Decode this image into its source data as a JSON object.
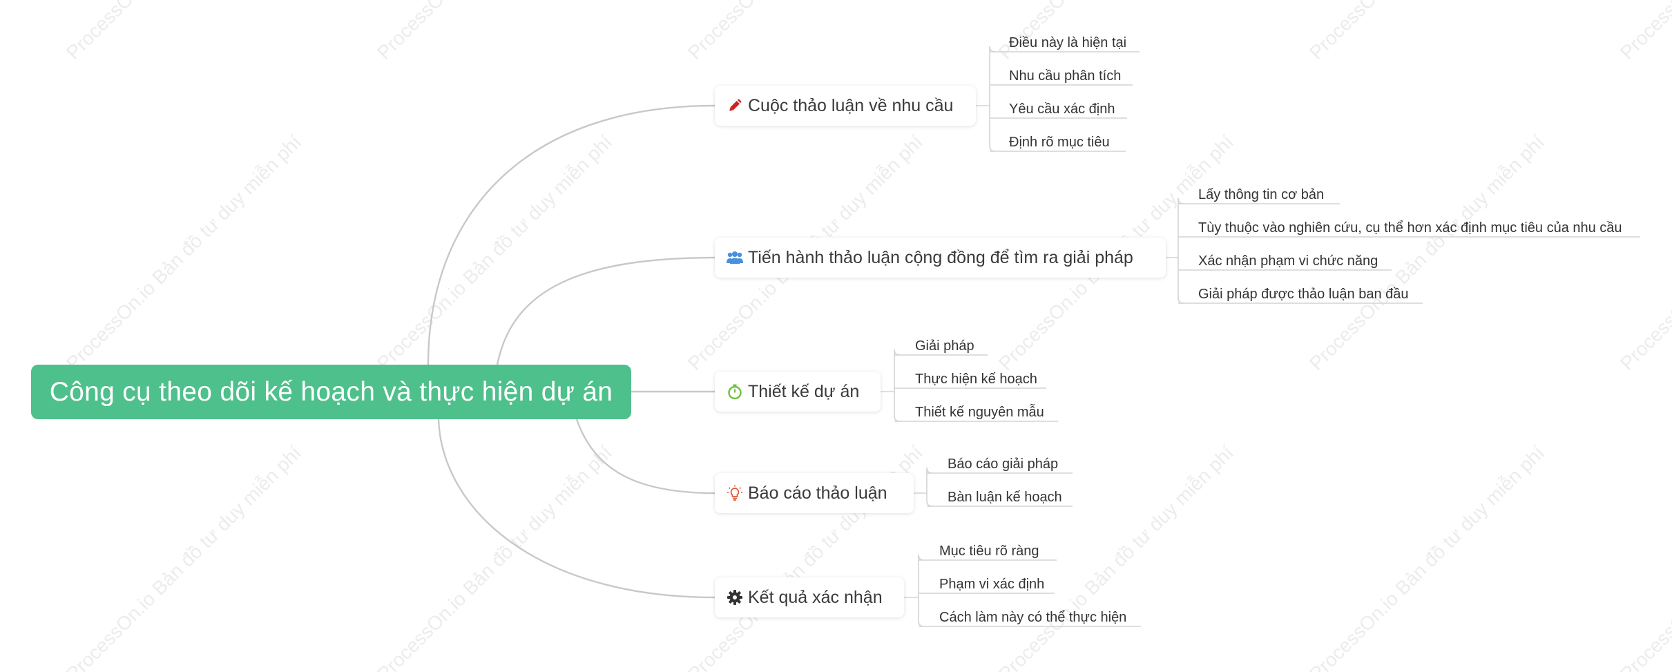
{
  "watermark_text": "ProcessOn.io Bản đồ tư duy miễn phí",
  "root": {
    "title": "Công cụ theo dõi kế hoạch và thực hiện dự án"
  },
  "branches": [
    {
      "label": "Cuộc thảo luận về nhu cầu",
      "icon": "pencil-icon",
      "icon_color": "#cc2222",
      "children": [
        "Điều này là hiện tại",
        "Nhu cầu phân tích",
        "Yêu cầu xác định",
        "Định rõ mục tiêu"
      ]
    },
    {
      "label": "Tiến hành thảo luận cộng đồng để tìm ra giải pháp",
      "icon": "users-icon",
      "icon_color": "#4a8fe0",
      "children": [
        "Lấy thông tin cơ bản",
        "Tùy thuộc vào nghiên cứu, cụ thể hơn xác định mục tiêu của nhu cầu",
        "Xác nhận phạm vi chức năng",
        "Giải pháp được thảo luận ban đầu"
      ]
    },
    {
      "label": "Thiết kế dự án",
      "icon": "stopwatch-icon",
      "icon_color": "#6cc13a",
      "children": [
        "Giải pháp",
        "Thực hiện kế hoạch",
        "Thiết kế nguyên mẫu"
      ]
    },
    {
      "label": "Báo cáo thảo luận",
      "icon": "lightbulb-icon",
      "icon_color": "#e0593a",
      "children": [
        "Báo cáo giải pháp",
        "Bàn luận kế hoạch"
      ]
    },
    {
      "label": "Kết quả xác nhận",
      "icon": "gear-icon",
      "icon_color": "#333333",
      "children": [
        "Mục tiêu rõ ràng",
        "Phạm vi xác định",
        "Cách làm này có thể thực hiện"
      ]
    }
  ],
  "colors": {
    "root_fill": "#4ec08c",
    "connector": "#c8c8c8",
    "leaf_underline": "#d4d4d4"
  }
}
